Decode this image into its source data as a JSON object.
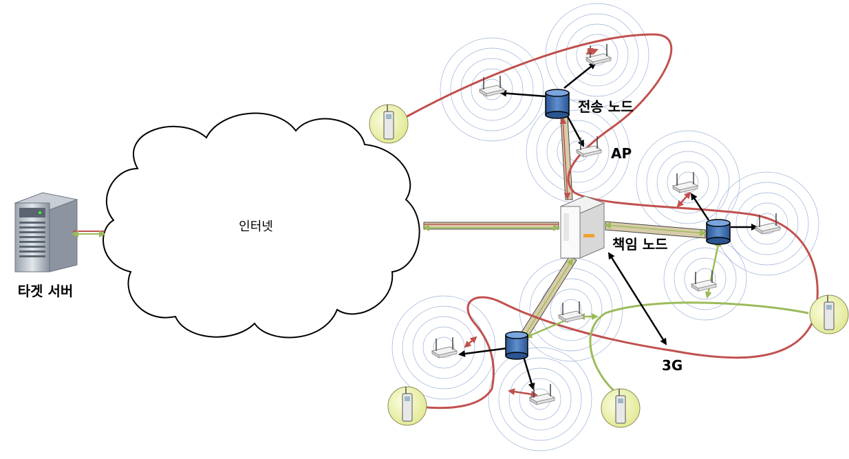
{
  "labels": {
    "target_server": "타겟 서버",
    "internet": "인터넷",
    "transmission_node": "전송 노드",
    "responsible_node": "책임 노드",
    "ap": "AP",
    "three_g": "3G"
  },
  "colors": {
    "red_path": "#c0504d",
    "green_path": "#9bbb59",
    "node_blue": "#3d6fb0",
    "phone_fill": "#eef3b0",
    "ripple": "#9bb0d6"
  }
}
